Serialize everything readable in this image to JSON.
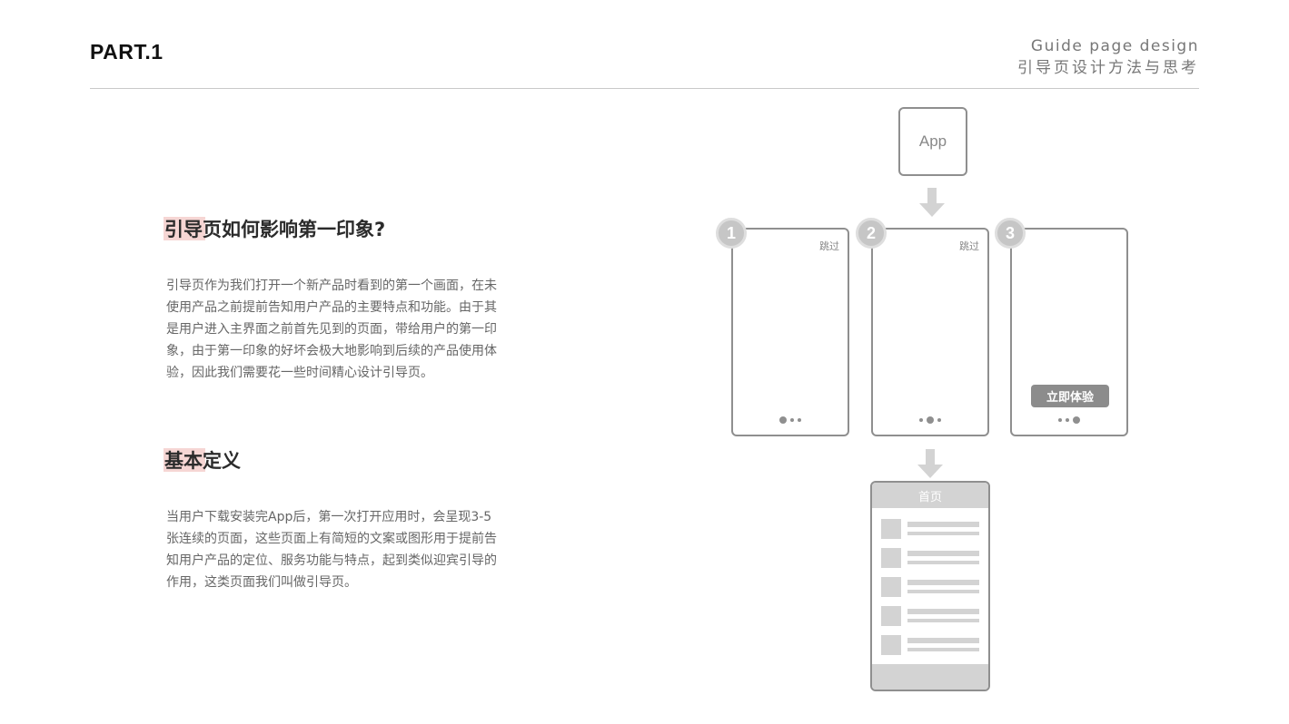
{
  "header": {
    "part_label": "PART.1",
    "title_en": "Guide page design",
    "title_cn": "引导页设计方法与思考"
  },
  "sections": [
    {
      "heading": "引导页如何影响第一印象?",
      "lines": [
        "引导页作为我们打开一个新产品时看到的第一个画面，在未",
        "使用产品之前提前告知用户产品的主要特点和功能。由于其",
        "是用户进入主界面之前首先见到的页面，带给用户的第一印",
        "象，由于第一印象的好坏会极大地影响到后续的产品使用体",
        "验，因此我们需要花一些时间精心设计引导页。"
      ]
    },
    {
      "heading": "基本定义",
      "lines": [
        "当用户下载安装完App后，第一次打开应用时，会呈现3-5",
        "张连续的页面，这些页面上有简短的文案或图形用于提前告",
        "知用户产品的定位、服务功能与特点，起到类似迎宾引导的",
        "作用，这类页面我们叫做引导页。"
      ]
    }
  ],
  "diagram": {
    "app_label": "App",
    "screens": [
      {
        "number": "1",
        "skip_label": "跳过",
        "active_dot": 0
      },
      {
        "number": "2",
        "skip_label": "跳过",
        "active_dot": 1
      },
      {
        "number": "3",
        "button_label": "立即体验",
        "active_dot": 2
      }
    ],
    "home": {
      "title": "首页",
      "list_item_count": 5
    },
    "colors": {
      "line": "#8f8f8f",
      "fill": "#d3d3d3",
      "badge": "#c6c6c6",
      "highlight": "#f6d6d4"
    }
  }
}
